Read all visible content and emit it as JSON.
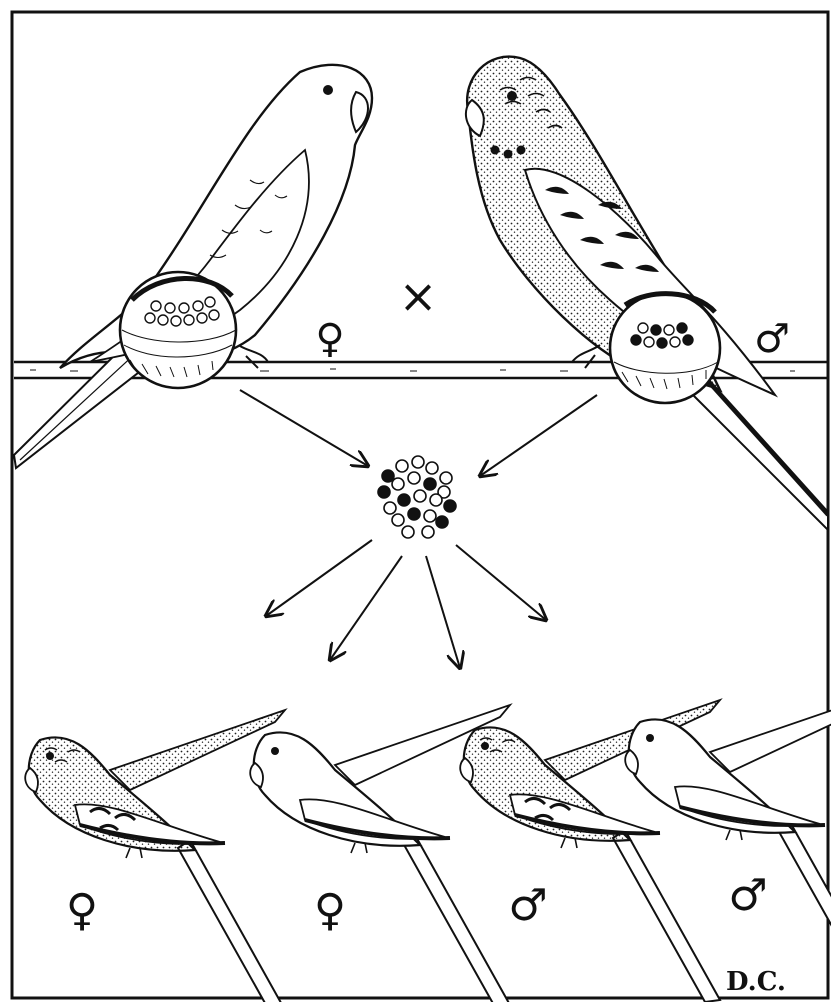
{
  "figure": {
    "cross_symbol": "×",
    "parents": [
      {
        "id": "mother",
        "sex_symbol": "♀",
        "plumage": "light (unmarked)",
        "eggs_shade": "light"
      },
      {
        "id": "father",
        "sex_symbol": "♂",
        "plumage": "dark (barred/spotted)",
        "eggs_shade": "dark"
      }
    ],
    "gamete_pool": {
      "light": 14,
      "dark": 7
    },
    "offspring": [
      {
        "sex_symbol": "♀",
        "plumage": "dark"
      },
      {
        "sex_symbol": "♀",
        "plumage": "light"
      },
      {
        "sex_symbol": "♂",
        "plumage": "dark"
      },
      {
        "sex_symbol": "♂",
        "plumage": "light"
      }
    ],
    "signature": "D.C."
  },
  "colors": {
    "ink": "#111111",
    "paper": "#ffffff"
  }
}
